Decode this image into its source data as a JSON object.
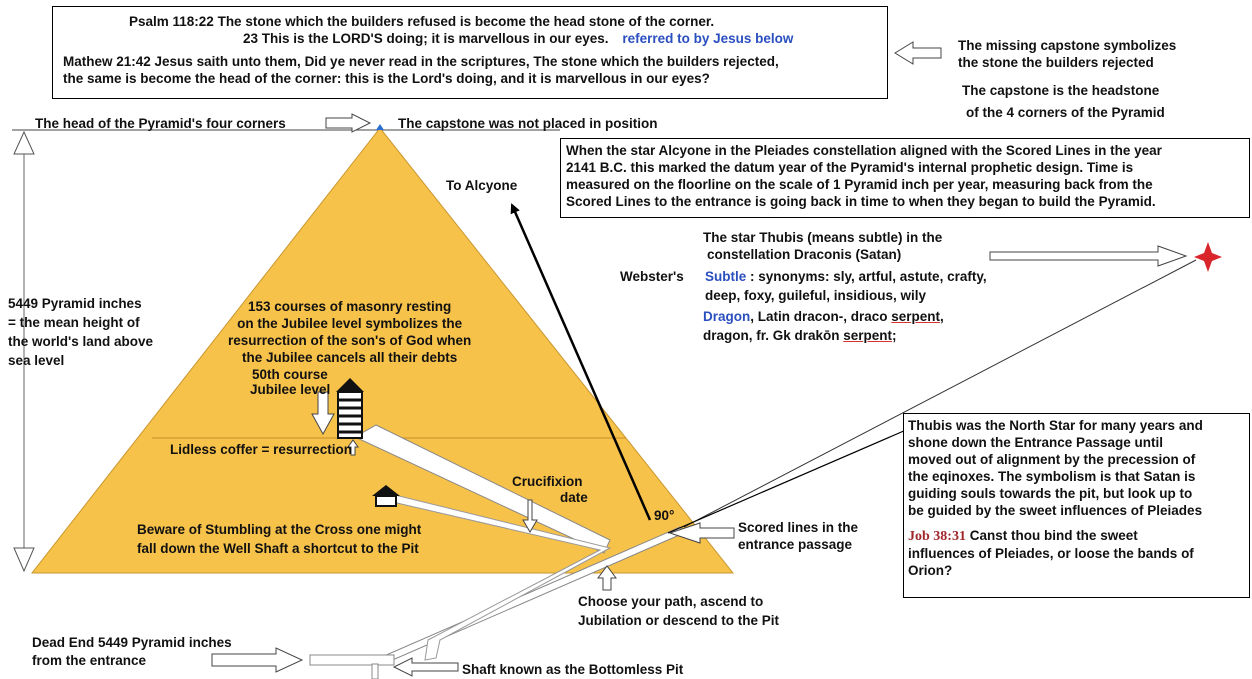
{
  "psalm_box": {
    "line1": "Psalm 118:22 The stone which the builders refused is become the head stone of the corner.",
    "line2": "23 This is the LORD'S doing; it is marvellous in our eyes.",
    "line2_note": "referred to by Jesus below",
    "line3": "Mathew 21:42 Jesus saith unto them, Did ye never read in the scriptures, The stone which the builders rejected,",
    "line4": "the same is become the head of the corner: this is the Lord's doing, and it is marvellous in our eyes?"
  },
  "capstone_notes": {
    "line1": "The missing capstone symbolizes",
    "line2": "the stone the builders rejected",
    "line3": "The capstone is the headstone",
    "line4": "of the 4 corners of the Pyramid"
  },
  "head_label": "The head of the Pyramid's four corners",
  "capstone_label": "The capstone was not placed in position",
  "alcyone_box": {
    "line1": "When the star Alcyone in the Pleiades constellation aligned with the Scored Lines in the year",
    "line2": "2141 B.C. this marked the datum year of the Pyramid's internal prophetic design. Time is",
    "line3": "measured on the floorline on the scale of 1 Pyramid inch per year, measuring back from the",
    "line4": "Scored Lines to the entrance is going back in time to when they began to build the Pyramid."
  },
  "to_alcyone": "To Alcyone",
  "thubis_title": {
    "line1": "The star Thubis (means subtle) in the",
    "line2": "constellation Draconis (Satan)"
  },
  "websters": {
    "label": "Webster's",
    "subtle_word": "Subtle",
    "subtle_def1": " : synonyms: sly, artful, astute, crafty,",
    "subtle_def2": "deep, foxy, guileful, insidious, wily",
    "dragon_word": "Dragon",
    "dragon_def1a": ",  Latin dracon-, draco ",
    "dragon_def1b": "serpent,",
    "dragon_def2a": "dragon, fr. Gk drakōn ",
    "dragon_def2b": "serpent;"
  },
  "height_note": {
    "line1": "5449 Pyramid inches",
    "line2": "= the mean height of",
    "line3": "the world's land above",
    "line4": "sea level"
  },
  "masonry_note": {
    "line1": "153 courses of masonry resting",
    "line2": "on the Jubilee level symbolizes the",
    "line3": "resurrection of the son's of God when",
    "line4": "the Jubilee cancels all their debts"
  },
  "jubilee_note": {
    "line1": "50th course",
    "line2": "Jubilee level"
  },
  "coffer_label": "Lidless coffer = resurrection",
  "crucifixion": {
    "line1": "Crucifixion",
    "line2": "date"
  },
  "angle_label": "90°",
  "beware_note": {
    "line1": "Beware of Stumbling at the Cross one might",
    "line2": "fall down the Well Shaft a shortcut to the Pit"
  },
  "scored_lines": {
    "line1": "Scored lines in the",
    "line2": "entrance passage"
  },
  "choose_path": {
    "line1": "Choose your path, ascend to",
    "line2": "Jubilation or descend to the Pit"
  },
  "dead_end": {
    "line1": "Dead End 5449 Pyramid inches",
    "line2": "from the entrance"
  },
  "shaft_label": "Shaft known as the Bottomless Pit",
  "thubis_box": {
    "line1": "Thubis was the North Star for many years and",
    "line2": "shone down the Entrance Passage until",
    "line3": "moved out of alignment by the precession of",
    "line4": "the eqinoxes. The symbolism is that Satan is",
    "line5": "guiding souls towards the pit, but look up to",
    "line6": "be guided by the sweet influences of Pleiades",
    "job_ref": "Job 38:31",
    "job_text1": " Canst thou bind the sweet",
    "job_text2": "influences of Pleiades, or loose the bands of",
    "job_text3": "Orion?"
  },
  "colors": {
    "pyramid": "#f7c24a",
    "blue_text": "#2a4fbf",
    "star": "#d9262c",
    "scripture_ref": "#a0282c"
  }
}
